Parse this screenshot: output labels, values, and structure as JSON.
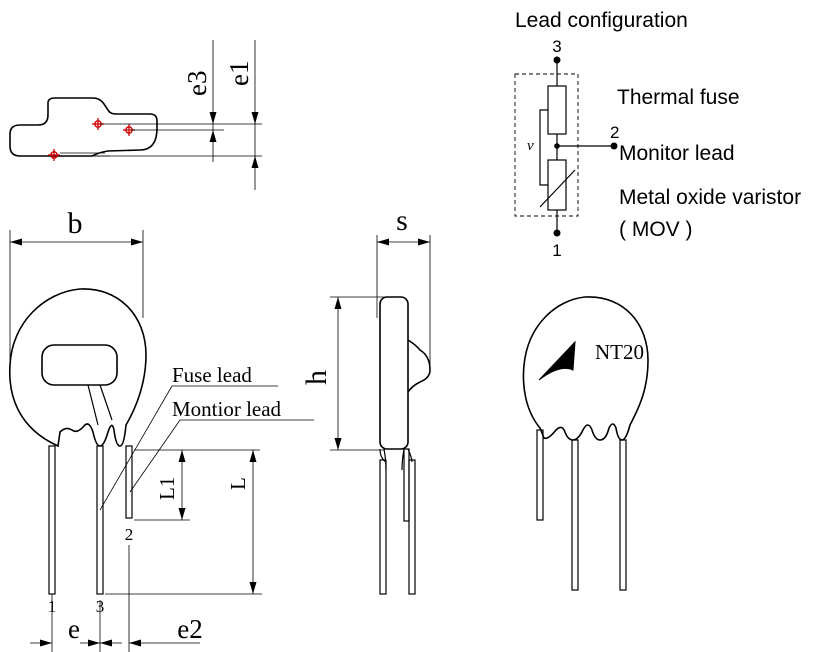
{
  "dimension_labels": {
    "b": "b",
    "s": "s",
    "h": "h",
    "e": "e",
    "e1": "e1",
    "e2": "e2",
    "e3": "e3",
    "L": "L",
    "L1": "L1"
  },
  "lead_numbers": {
    "lead1": "1",
    "lead2": "2",
    "lead3": "3"
  },
  "callouts": {
    "fuse_lead": "Fuse lead",
    "monitor_lead": "Montior lead"
  },
  "marking": {
    "part_code": "NT20"
  },
  "schematic": {
    "title": "Lead configuration",
    "pin3": "3",
    "pin2": "2",
    "pin1": "1",
    "thermal_fuse": "Thermal fuse",
    "monitor_lead": "Monitor lead",
    "mov_line1": "Metal oxide varistor",
    "mov_line2": "( MOV )",
    "v_symbol": "v"
  }
}
